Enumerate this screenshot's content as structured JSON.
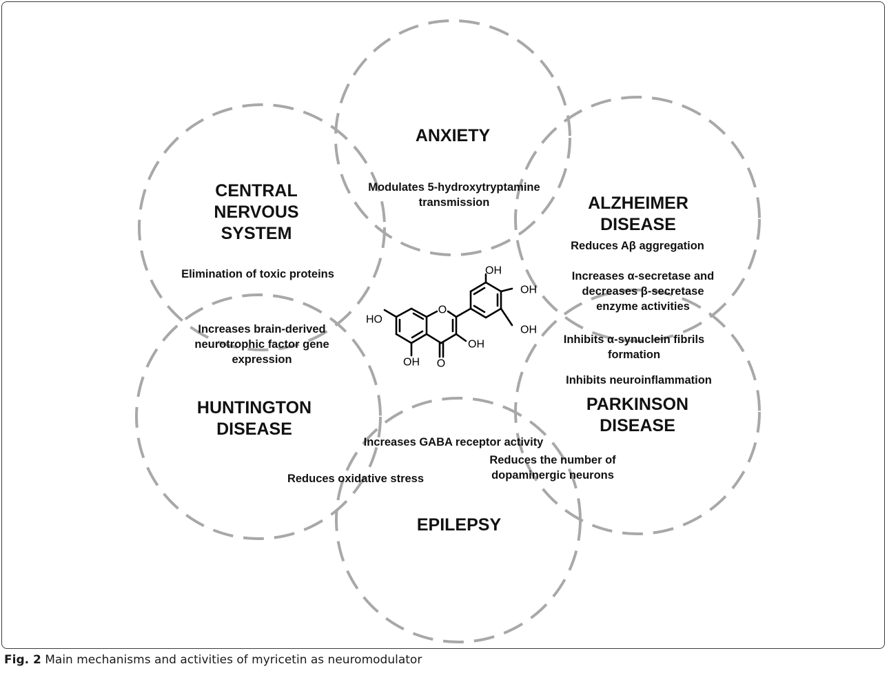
{
  "colors": {
    "circle_stroke": "#a8a8a8",
    "text": "#111111",
    "frame": "#3a3a3a"
  },
  "regions": {
    "anxiety": {
      "title": [
        "ANXIETY"
      ],
      "mechanisms": [
        [
          "Modulates 5-hydroxytryptamine",
          "transmission"
        ]
      ]
    },
    "cns": {
      "title": [
        "CENTRAL",
        "NERVOUS",
        "SYSTEM"
      ],
      "mechanisms": [
        [
          "Elimination of toxic proteins"
        ]
      ]
    },
    "alzheimer": {
      "title": [
        "ALZHEIMER",
        "DISEASE"
      ],
      "mechanisms": [
        [
          "Reduces Aβ aggregation"
        ],
        [
          "Increases α-secretase and",
          "decreases β-secretase",
          "enzyme activities"
        ]
      ]
    },
    "huntington": {
      "title": [
        "HUNTINGTON",
        "DISEASE"
      ],
      "mechanisms": [
        [
          "Increases brain-derived",
          "neurotrophic factor gene",
          "expression"
        ]
      ]
    },
    "parkinson": {
      "title": [
        "PARKINSON",
        "DISEASE"
      ],
      "mechanisms": [
        [
          "Inhibits α-synuclein fibrils",
          "formation"
        ],
        [
          "Inhibits neuroinflammation"
        ]
      ]
    },
    "epilepsy": {
      "title": [
        "EPILEPSY"
      ],
      "mechanisms": [
        [
          "Increases GABA receptor activity"
        ]
      ]
    },
    "shared": {
      "reduces_oxidative_stress": [
        "Reduces oxidative stress"
      ],
      "dopaminergic": [
        "Reduces the number of",
        "dopaminergic neurons"
      ]
    }
  },
  "molecule": {
    "labels": {
      "oh_top": "OH",
      "oh_right_upper": "OH",
      "oh_right_lower": "OH",
      "ho_left": "HO",
      "oh_c3": "OH",
      "oh_c5": "OH",
      "ring_oxygen": "O",
      "carbonyl_oxygen": "O"
    }
  },
  "caption": {
    "label": "Fig. 2",
    "text": " Main mechanisms and activities of myricetin as neuromodulator"
  }
}
